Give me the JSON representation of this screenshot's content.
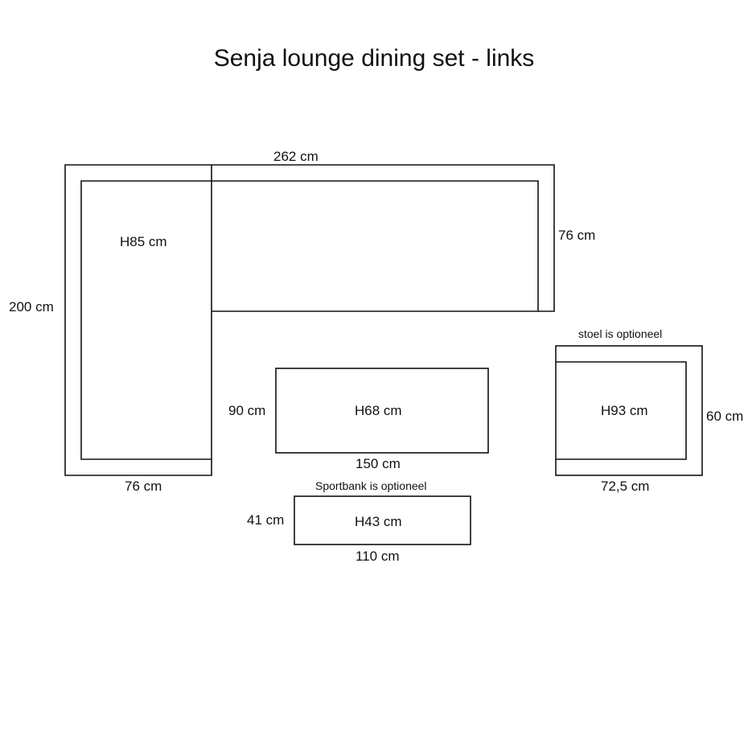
{
  "title": "Senja lounge dining set - links",
  "sofa": {
    "width": "262 cm",
    "depth_right": "76 cm",
    "length_left": "200 cm",
    "depth_bottom": "76 cm",
    "height": "H85 cm"
  },
  "table": {
    "depth": "90 cm",
    "width": "150 cm",
    "height": "H68 cm"
  },
  "chair": {
    "note": "stoel is optioneel",
    "depth": "60 cm",
    "width": "72,5 cm",
    "height": "H93 cm"
  },
  "bench": {
    "note": "Sportbank is optioneel",
    "depth": "41 cm",
    "width": "110 cm",
    "height": "H43 cm"
  },
  "colors": {
    "line": "#111111",
    "background": "#ffffff"
  }
}
